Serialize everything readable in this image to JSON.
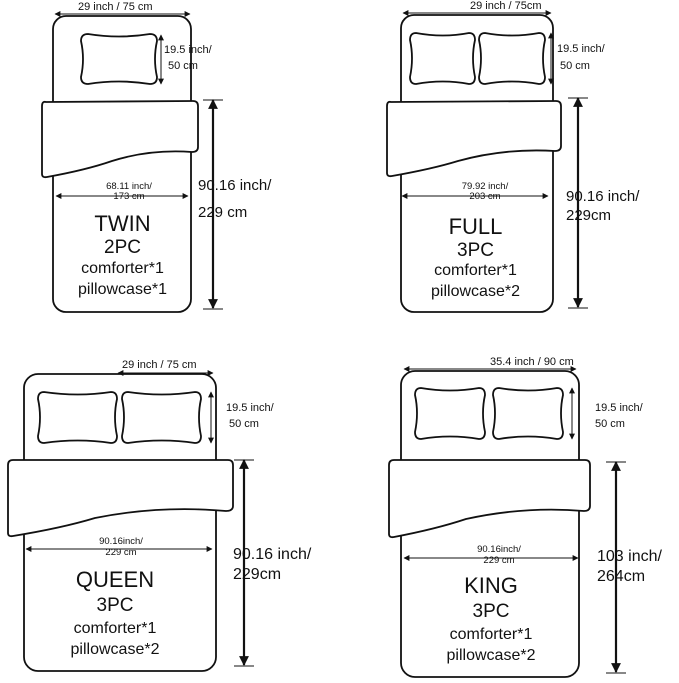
{
  "twin": {
    "pillow_width": "29 inch /  75 cm",
    "pillow_height_line1": "19.5  inch/",
    "pillow_height_line2": "50  cm",
    "comforter_width_line1": "68.11 inch/",
    "comforter_width_line2": "173 cm",
    "length_line1": "90.16 inch/",
    "length_line2": "229 cm",
    "name": "TWIN",
    "pieces": "2PC",
    "item1": "comforter*1",
    "item2": "pillowcase*1"
  },
  "full": {
    "pillow_width": "29 inch  /  75cm",
    "pillow_height_line1": "19.5  inch/",
    "pillow_height_line2": "50 cm",
    "comforter_width_line1": "79.92 inch/",
    "comforter_width_line2": "203 cm",
    "length_line1": "90.16 inch/",
    "length_line2": "229cm",
    "name": "FULL",
    "pieces": "3PC",
    "item1": "comforter*1",
    "item2": "pillowcase*2"
  },
  "queen": {
    "pillow_width": "29 inch  /  75 cm",
    "pillow_height_line1": "19.5 inch/",
    "pillow_height_line2": "50 cm",
    "comforter_width_line1": "90.16inch/",
    "comforter_width_line2": "229 cm",
    "length_line1": "90.16 inch/",
    "length_line2": "229cm",
    "name": "QUEEN",
    "pieces": "3PC",
    "item1": "comforter*1",
    "item2": "pillowcase*2"
  },
  "king": {
    "pillow_width": "35.4 inch  /  90 cm",
    "pillow_height_line1": "19.5 inch/",
    "pillow_height_line2": "50 cm",
    "comforter_width_line1": "90.16inch/",
    "comforter_width_line2": "229 cm",
    "length_line1": "103 inch/",
    "length_line2": "264cm",
    "name": "KING",
    "pieces": "3PC",
    "item1": "comforter*1",
    "item2": "pillowcase*2"
  },
  "colors": {
    "line": "#111111",
    "background": "#ffffff"
  }
}
